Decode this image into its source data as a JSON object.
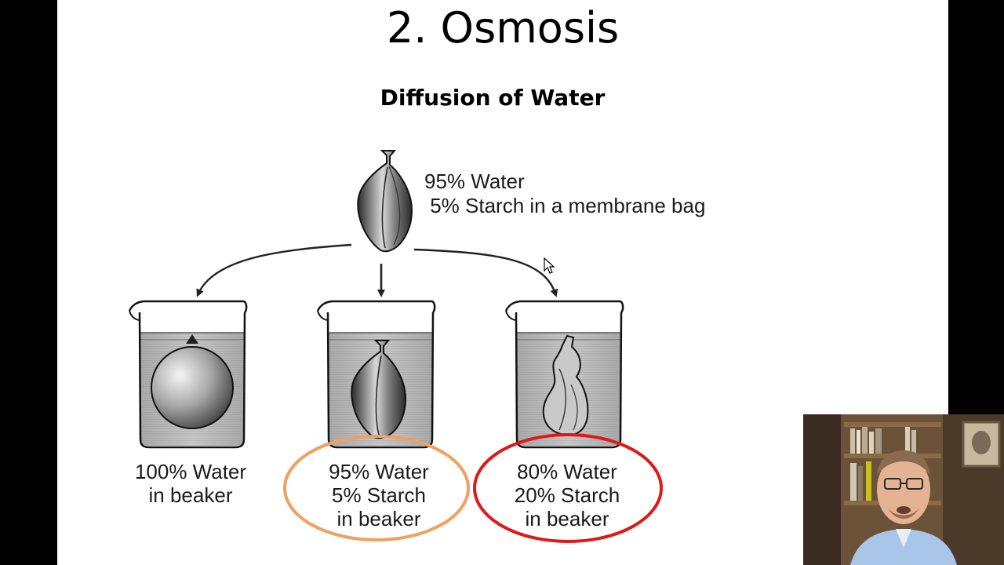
{
  "slide": {
    "title": "2. Osmosis",
    "subtitle": "Diffusion of Water"
  },
  "bag": {
    "caption_line1": "95% Water",
    "caption_line2": " 5% Starch in a membrane bag"
  },
  "beakers": [
    {
      "line1": "100% Water",
      "line2": "in beaker",
      "line3": "",
      "bag_state": "swollen"
    },
    {
      "line1": "95% Water",
      "line2": "5% Starch",
      "line3": "in beaker",
      "bag_state": "unchanged",
      "highlight": "#f0a060"
    },
    {
      "line1": "80% Water",
      "line2": "20% Starch",
      "line3": "in beaker",
      "bag_state": "shrunken",
      "highlight": "#e01818"
    }
  ],
  "colors": {
    "water": "#bdbdbd",
    "orange_circle": "#f0a060",
    "red_circle": "#e01818"
  },
  "icons": {
    "cursor": "mouse-pointer-icon"
  }
}
